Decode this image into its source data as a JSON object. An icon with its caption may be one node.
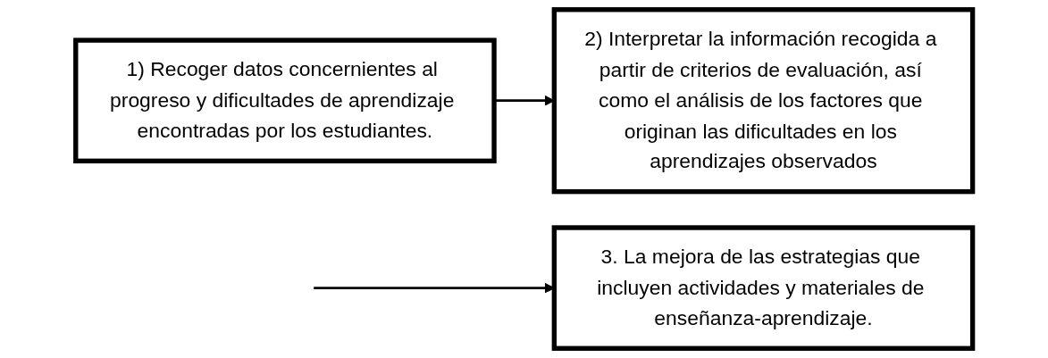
{
  "diagram": {
    "nodes": [
      {
        "text": [
          "1) Recoger datos concernientes al progreso y dificultades de aprendizaje encontradas por los estudiantes."
        ]
      },
      {
        "text": [
          "2) Interpretar la información recogida a partir de criterios de evaluación, así como el análisis de los factores que originan las dificultades en los aprendizajes observados"
        ]
      },
      {
        "text": [
          "3. La mejora de las estrategias que incluyen actividades y materiales de enseñanza-aprendizaje."
        ]
      }
    ],
    "edges": [
      {
        "from": 0,
        "to": 1,
        "arrow": "to"
      },
      {
        "from": null,
        "to": 2,
        "arrow": "to"
      }
    ]
  }
}
